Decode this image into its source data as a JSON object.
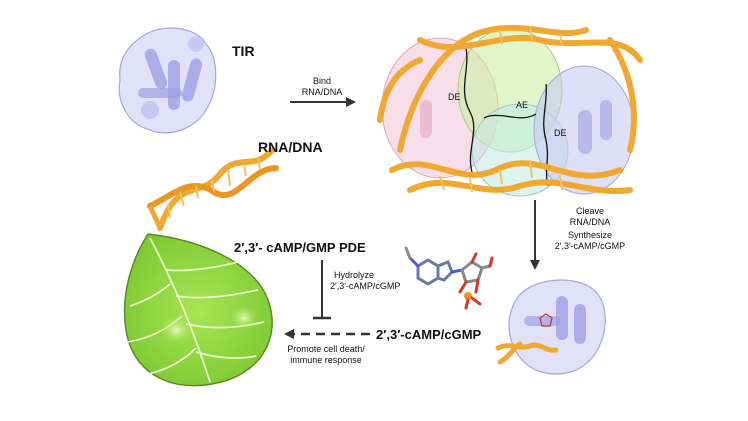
{
  "labels": {
    "tir": "TIR",
    "rna_dna": "RNA/DNA",
    "de_left": "DE",
    "ae": "AE",
    "de_right": "DE",
    "bind_line1": "Bind",
    "bind_line2": "RNA/DNA",
    "cleave_line1": "Cleave",
    "cleave_line2": "RNA/DNA",
    "cleave_line3": "Synthesize",
    "cleave_line4": "2′,3′-cAMP/cGMP",
    "pde": "2′,3′- cAMP/GMP PDE",
    "hydrolyze_line1": "Hydrolyze",
    "hydrolyze_line2": "2′,3′-cAMP/cGMP",
    "product": "2′,3′-cAMP/cGMP",
    "promote_line1": "Promote cell death/",
    "promote_line2": "immune response"
  },
  "colors": {
    "protein": "#b9b9ee",
    "protein_edge": "#9a9ad8",
    "dna": "#f0a830",
    "dna_dark": "#d98a14",
    "leaf": "#8fd640",
    "leaf_light": "#c6ef7a",
    "leaf_edge": "#5a8a22",
    "arrow": "#333333",
    "pink_domain": "#f3c3d6",
    "green_domain": "#cfeea6",
    "cyan_domain": "#bfe9e4"
  }
}
